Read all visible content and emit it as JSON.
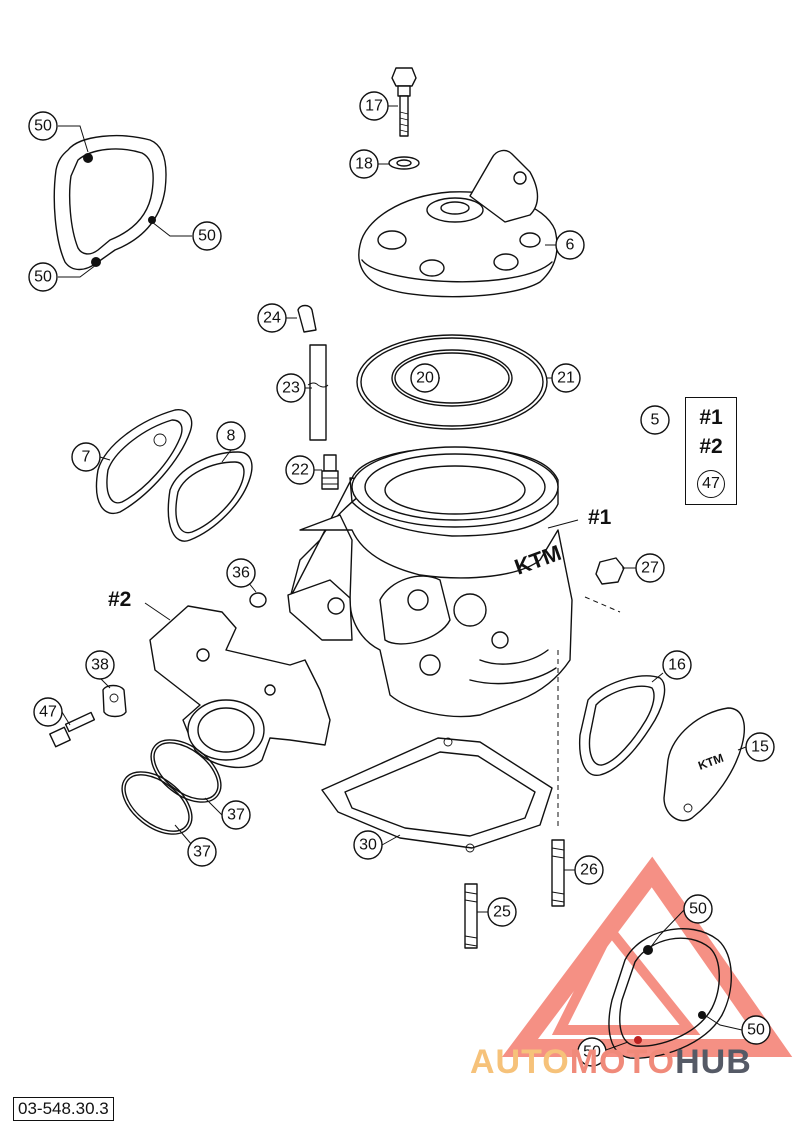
{
  "diagram": {
    "code": "03-548.30.3",
    "callouts": [
      "50",
      "50",
      "50",
      "17",
      "18",
      "6",
      "24",
      "20",
      "21",
      "23",
      "22",
      "7",
      "8",
      "5",
      "36",
      "27",
      "16",
      "38",
      "47",
      "15",
      "37",
      "37",
      "30",
      "26",
      "25",
      "50",
      "50",
      "50"
    ],
    "refs": {
      "ref1_a": "#1",
      "ref2_a": "#2",
      "ref1_b": "#1",
      "ref2_b": "#2"
    },
    "set_box_callout": "47"
  },
  "watermark": {
    "auto": "AUTO",
    "moto": "MOTO",
    "hub": "HUB"
  },
  "colors": {
    "watermark_triangle": "#f26b5c",
    "watermark_auto": "#f6c27a",
    "watermark_hub": "#555a66"
  }
}
